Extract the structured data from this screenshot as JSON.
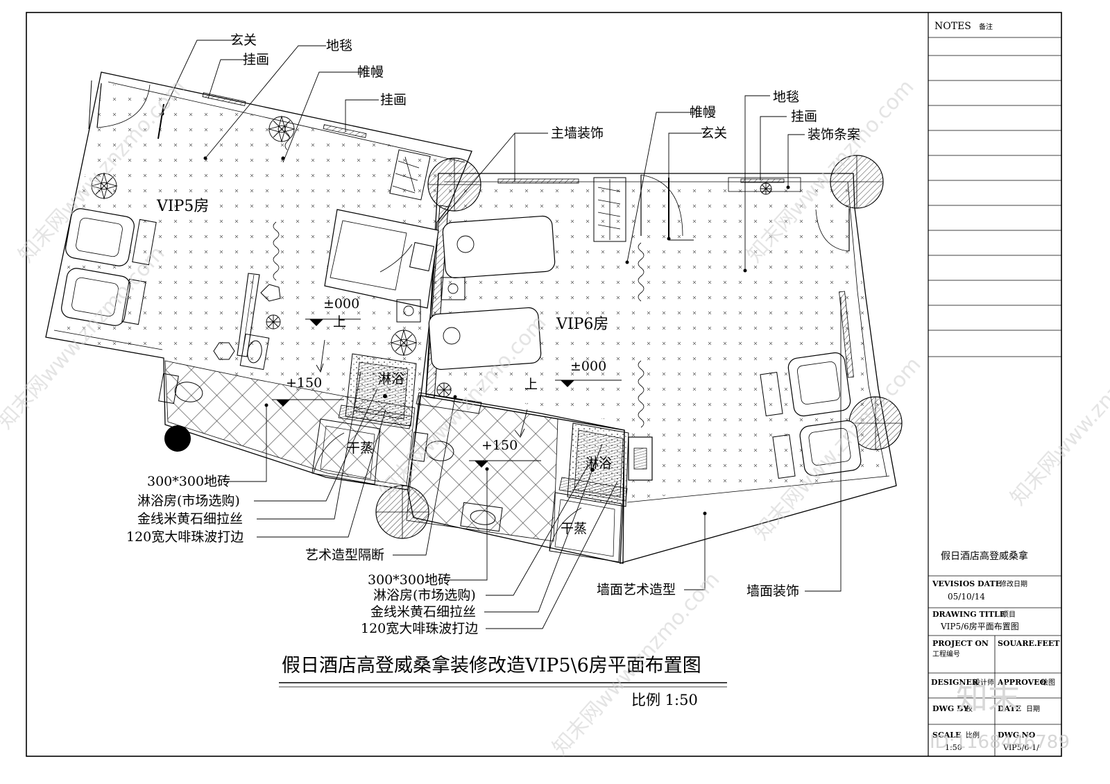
{
  "drawing": {
    "title": "假日酒店高登威桑拿装修改造VIP5\\6房平面布置图",
    "scale_label": "比例 1:50"
  },
  "rooms": {
    "vip5": "VIP5房",
    "vip6": "VIP6房"
  },
  "labels": {
    "xuanguan_1": "玄关",
    "guahua_1": "挂画",
    "ditan_1": "地毯",
    "weiman_1": "帷幔",
    "guahua_2": "挂画",
    "zhuqiang": "主墙装饰",
    "weiman_2": "帷幔",
    "xuanguan_2": "玄关",
    "ditan_2": "地毯",
    "guahua_3": "挂画",
    "tiaoan": "装饰条案",
    "elev_1": "±000",
    "shang_1": "上",
    "elev_2": "+150",
    "linyu_1": "淋浴",
    "ganzheng_1": "干蒸",
    "elev_3": "±000",
    "shang_2": "上",
    "elev_4": "+150",
    "linyu_2": "淋浴",
    "ganzheng_2": "干蒸",
    "tile_1": "300*300地砖",
    "shower_room_1": "淋浴房(市场选购)",
    "stone_1": "金线米黄石细拉丝",
    "edge_1": "120宽大啡珠波打边",
    "partition": "艺术造型隔断",
    "tile_2": "300*300地砖",
    "shower_room_2": "淋浴房(市场选购)",
    "stone_2": "金线米黄石细拉丝",
    "edge_2": "120宽大啡珠波打边",
    "wall_art": "墙面艺术造型",
    "wall_deco": "墙面装饰"
  },
  "title_block": {
    "notes_label": "NOTES",
    "notes_cn": "备注",
    "project_name": "假日酒店高登威桑拿",
    "revision_label": "VEVISIOS DATE",
    "revision_cn": "修改日期",
    "revision_value": "05/10/14",
    "drawing_title_label": "DRAWING TITLE",
    "drawing_title_cn": "项目",
    "drawing_title_value": "VIP5/6房平面布置图",
    "project_no_label": "PROJECT ON",
    "project_no_cn": "工程编号",
    "square_feet_label": "SOUARE.FEET",
    "designer_label": "DESIGNER",
    "designer_cn": "设计师",
    "approved_label": "APPROVEO",
    "approved_cn": "绘图",
    "dwg_by_label": "DWG BY",
    "dwg_by_cn": "校",
    "date_label": "DATE",
    "date_cn": "日期",
    "scale_label": "SCALE",
    "scale_cn": "比例",
    "scale_value": "1:50",
    "dwg_no_label": "DWG.NO",
    "dwg_no_value": "VIP5/6-1/"
  },
  "watermark": {
    "site": "知末网www.znzmo.com",
    "logo": "知末",
    "id": "ID:1168446789"
  }
}
